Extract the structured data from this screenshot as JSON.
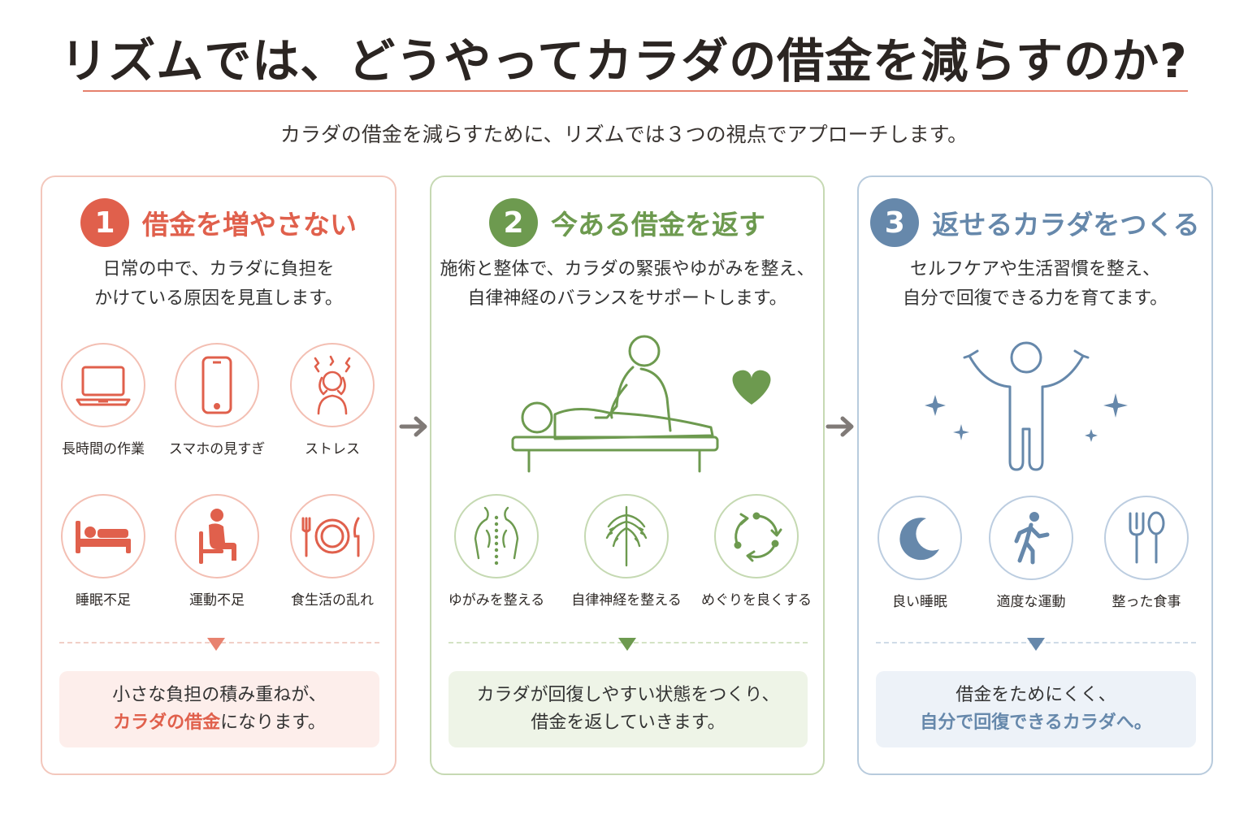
{
  "header": {
    "title": "リズムでは、どうやってカラダの借金を減らすのか?",
    "subtitle": "カラダの借金を減らすために、リズムでは３つの視点でアプローチします。"
  },
  "colors": {
    "red": "#e0604c",
    "green": "#6d9a4f",
    "blue": "#6688ab"
  },
  "cards": [
    {
      "number": "1",
      "title": "借金を増やさない",
      "desc": [
        "日常の中で、カラダに負担を",
        "かけている原因を見直します。"
      ],
      "items": [
        {
          "label": "長時間の作業",
          "icon": "laptop-icon"
        },
        {
          "label": "スマホの見すぎ",
          "icon": "smartphone-icon"
        },
        {
          "label": "ストレス",
          "icon": "stress-icon"
        },
        {
          "label": "睡眠不足",
          "icon": "bed-icon"
        },
        {
          "label": "運動不足",
          "icon": "sitting-person-icon"
        },
        {
          "label": "食生活の乱れ",
          "icon": "plate-icon"
        }
      ],
      "summary": {
        "line1": "小さな負担の積み重ねが、",
        "highlight": "カラダの借金",
        "line2_rest": "になります。"
      }
    },
    {
      "number": "2",
      "title": "今ある借金を返す",
      "desc": [
        "施術と整体で、カラダの緊張やゆがみを整え、",
        "自律神経のバランスをサポートします。"
      ],
      "items": [
        {
          "label": "ゆがみを整える",
          "icon": "spine-icon"
        },
        {
          "label": "自律神経を整える",
          "icon": "nerve-icon"
        },
        {
          "label": "めぐりを良くする",
          "icon": "circulation-icon"
        }
      ],
      "summary": {
        "line1": "カラダが回復しやすい状態をつくり、",
        "line2": "借金を返していきます。"
      }
    },
    {
      "number": "3",
      "title": "返せるカラダをつくる",
      "desc": [
        "セルフケアや生活習慣を整え、",
        "自分で回復できる力を育てます。"
      ],
      "items": [
        {
          "label": "良い睡眠",
          "icon": "moon-icon"
        },
        {
          "label": "適度な運動",
          "icon": "walking-icon"
        },
        {
          "label": "整った食事",
          "icon": "cutlery-icon"
        }
      ],
      "summary": {
        "line1": "借金をためにくく、",
        "highlight": "自分で回復できるカラダへ。"
      }
    }
  ]
}
